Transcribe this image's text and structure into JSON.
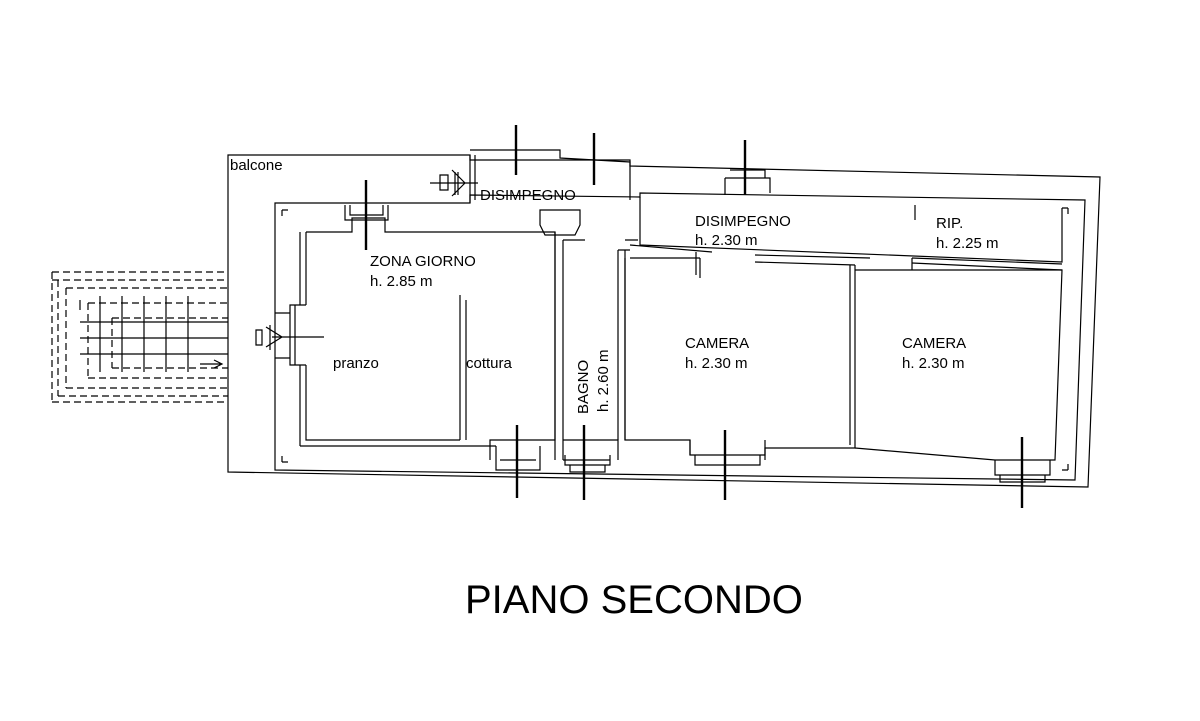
{
  "plan": {
    "title": "PIANO SECONDO",
    "rooms": {
      "balcone": {
        "name": "balcone"
      },
      "disimpegno_top": {
        "name": "DISIMPEGNO"
      },
      "disimpegno": {
        "name": "DISIMPEGNO",
        "height": "h. 2.30 m"
      },
      "ripostiglio": {
        "name": "RIP.",
        "height": "h. 2.25 m"
      },
      "zona_giorno": {
        "name": "ZONA GIORNO",
        "height": "h. 2.85 m"
      },
      "pranzo": {
        "name": "pranzo"
      },
      "cottura": {
        "name": "cottura"
      },
      "bagno": {
        "name": "BAGNO",
        "height": "h. 2.60 m"
      },
      "camera_1": {
        "name": "CAMERA",
        "height": "h. 2.30 m"
      },
      "camera_2": {
        "name": "CAMERA",
        "height": "h. 2.30 m"
      }
    }
  }
}
